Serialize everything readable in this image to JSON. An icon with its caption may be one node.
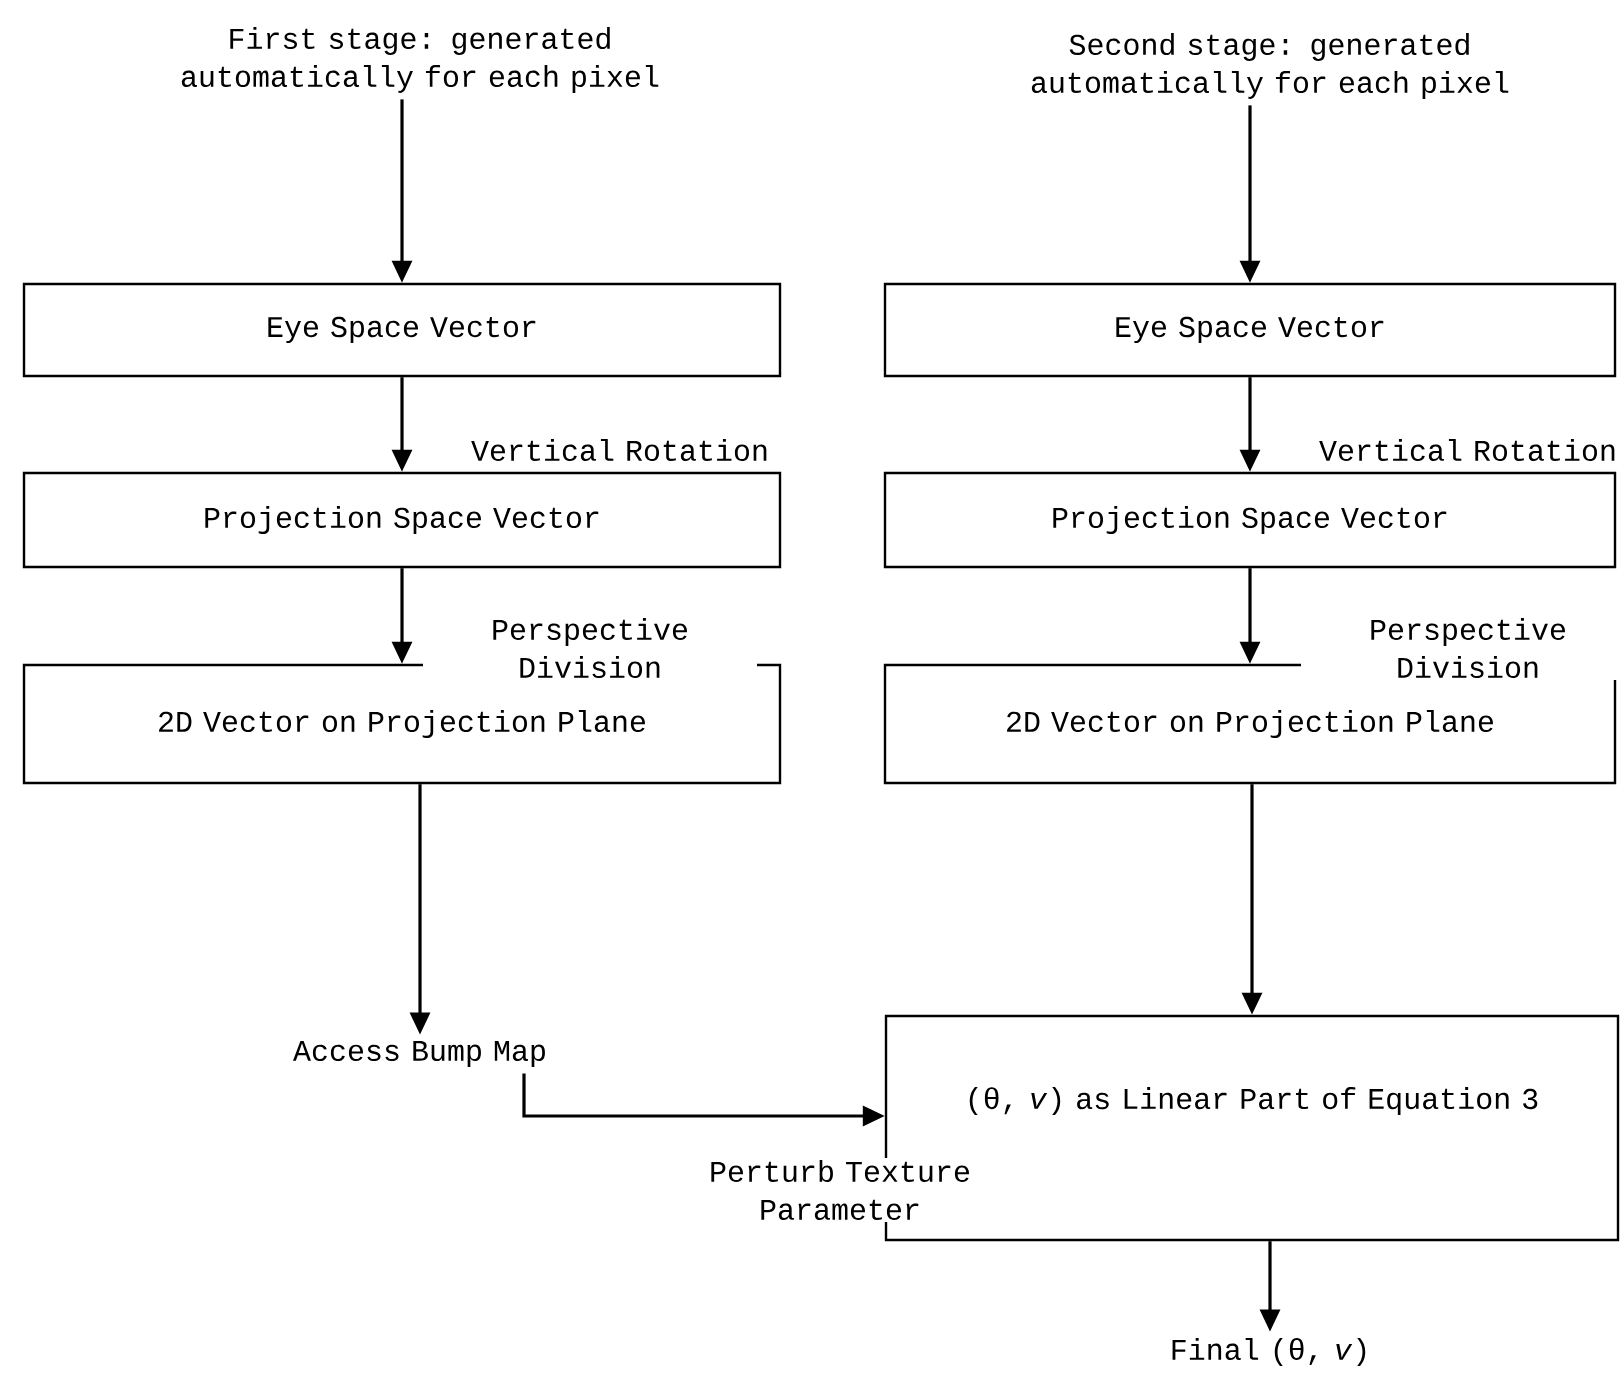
{
  "diagram": {
    "nodes": [
      {
        "text": [
          "First stage: generated automatically for each pixel"
        ]
      },
      {
        "text": [
          "Eye Space Vector"
        ]
      },
      {
        "text": [
          "Projection Space Vector"
        ]
      },
      {
        "text": [
          "2D Vector on Projection Plane"
        ]
      },
      {
        "text": [
          "Access Bump Map"
        ]
      },
      {
        "text": [
          "Second stage: generated automatically for each pixel"
        ]
      },
      {
        "text": [
          "Eye Space Vector"
        ]
      },
      {
        "text": [
          "Projection Space Vector"
        ]
      },
      {
        "text": [
          "2D Vector on Projection Plane"
        ]
      },
      {
        "text": [
          "(θ, *v*) as Linear Part of Equation 3"
        ]
      },
      {
        "text": [
          "Final (θ, *v*)"
        ]
      }
    ],
    "edges": [
      {
        "from": 0,
        "to": 1,
        "arrow": "to"
      },
      {
        "from": 1,
        "to": 2,
        "arrow": "to",
        "label": "Vertical Rotation"
      },
      {
        "from": 2,
        "to": 3,
        "arrow": "to",
        "label": "Perspective Division"
      },
      {
        "from": 3,
        "to": 4,
        "arrow": "to"
      },
      {
        "from": 5,
        "to": 6,
        "arrow": "to"
      },
      {
        "from": 6,
        "to": 7,
        "arrow": "to",
        "label": "Vertical Rotation"
      },
      {
        "from": 7,
        "to": 8,
        "arrow": "to",
        "label": "Perspective Division"
      },
      {
        "from": 8,
        "to": 9,
        "arrow": "to"
      },
      {
        "from": 4,
        "to": 9,
        "arrow": "to",
        "label": "Perturb Texture Parameter"
      },
      {
        "from": 9,
        "to": 10,
        "arrow": "to"
      }
    ]
  }
}
